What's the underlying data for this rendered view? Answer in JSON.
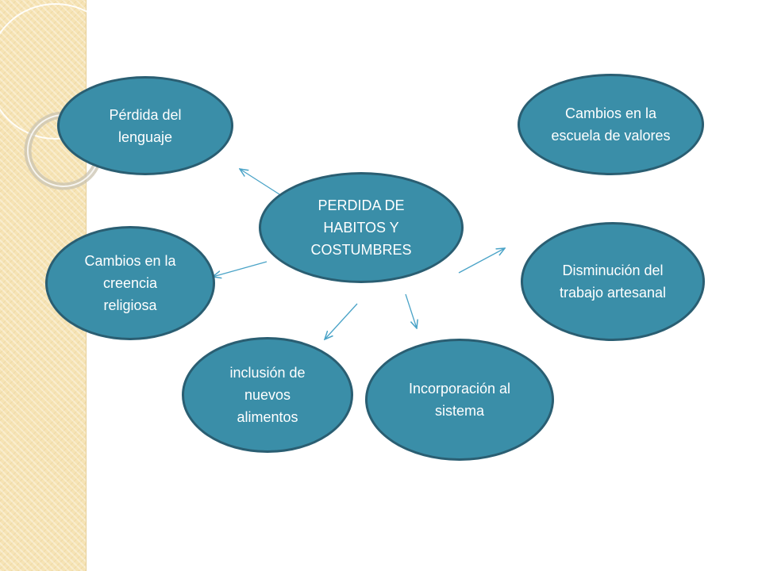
{
  "diagram": {
    "center": "PERDIDA DE HABITOS Y COSTUMBRES",
    "nodes": {
      "perdida_lenguaje": "Pérdida del lenguaje",
      "cambios_escuela": "Cambios en la escuela de valores",
      "cambios_creencia": "Cambios en la creencia religiosa",
      "disminucion_trabajo": "Disminución del trabajo artesanal",
      "inclusion_alimentos": "inclusión de nuevos alimentos",
      "incorporacion_sistema": "Incorporación al sistema"
    }
  },
  "colors": {
    "node_fill": "#3a8ea8",
    "node_border": "#2a5e72",
    "arrow": "#4aa3c7",
    "side_band": "#f6e3b4"
  }
}
